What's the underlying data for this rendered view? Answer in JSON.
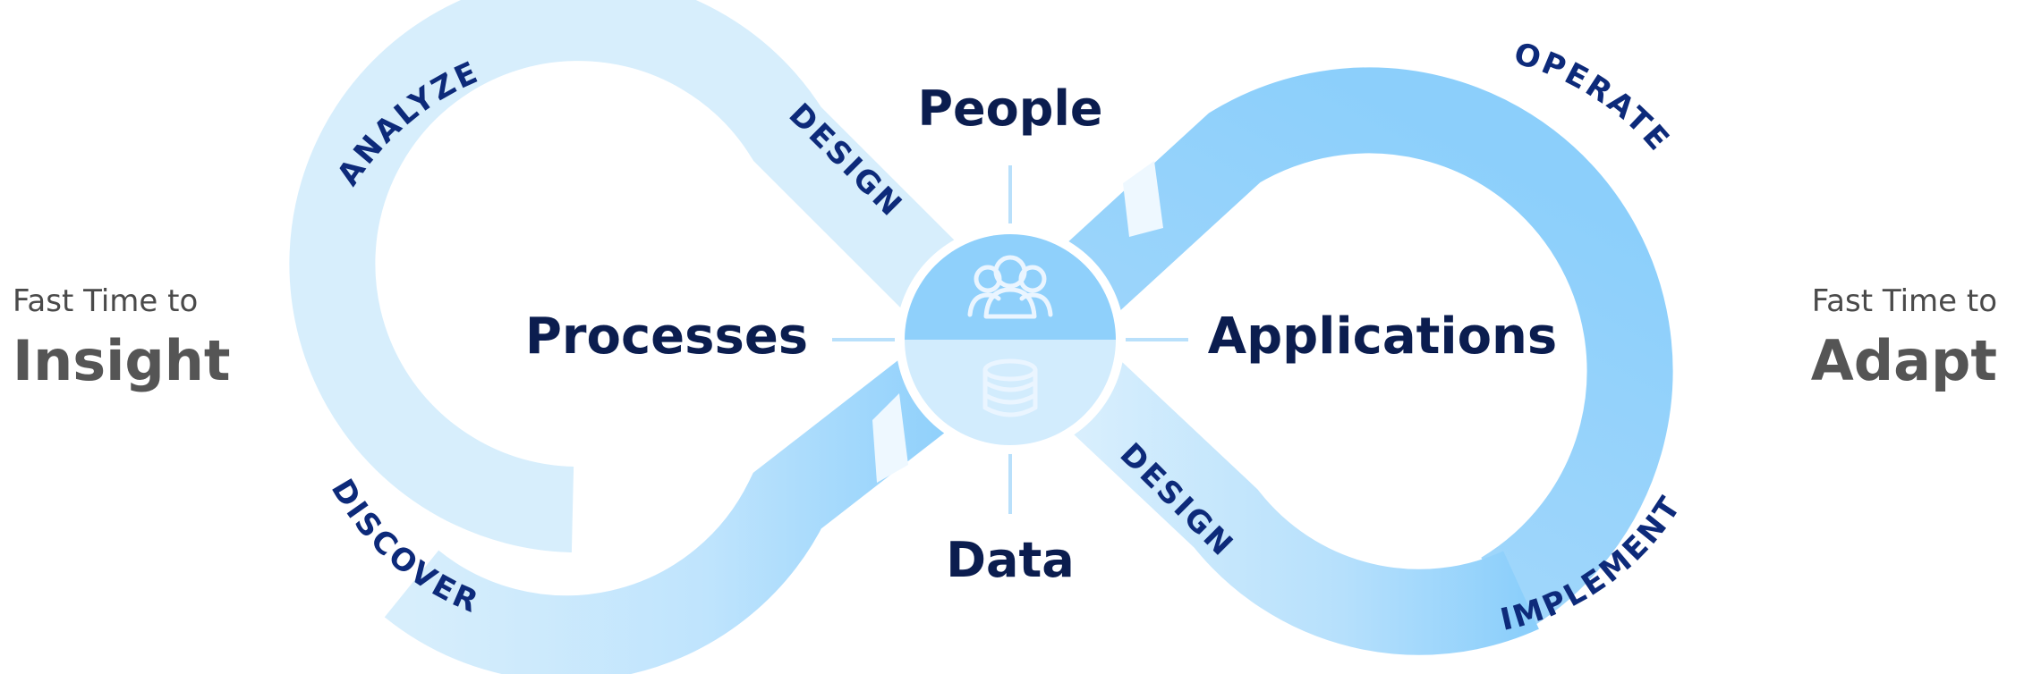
{
  "left_side": {
    "small": "Fast Time to",
    "big": "Insight"
  },
  "right_side": {
    "small": "Fast Time to",
    "big": "Adapt"
  },
  "hub": {
    "top": "People",
    "bottom": "Data",
    "left": "Processes",
    "right": "Applications"
  },
  "loop_labels": {
    "analyze": "ANALYZE",
    "design_upper": "DESIGN",
    "discover": "DISCOVER",
    "operate": "OPERATE",
    "design_lower": "DESIGN",
    "implement": "IMPLEMENT"
  },
  "icons": {
    "hub_top": "people-group-icon",
    "hub_bottom": "database-icon"
  },
  "colors": {
    "loop_light": "#d7eefc",
    "loop_strong": "#8ccffb",
    "label_dark": "#0d2a7a",
    "hub_top_fill": "#8fd0fb",
    "hub_bottom_fill": "#d2ecfd",
    "side_text": "#555555"
  }
}
